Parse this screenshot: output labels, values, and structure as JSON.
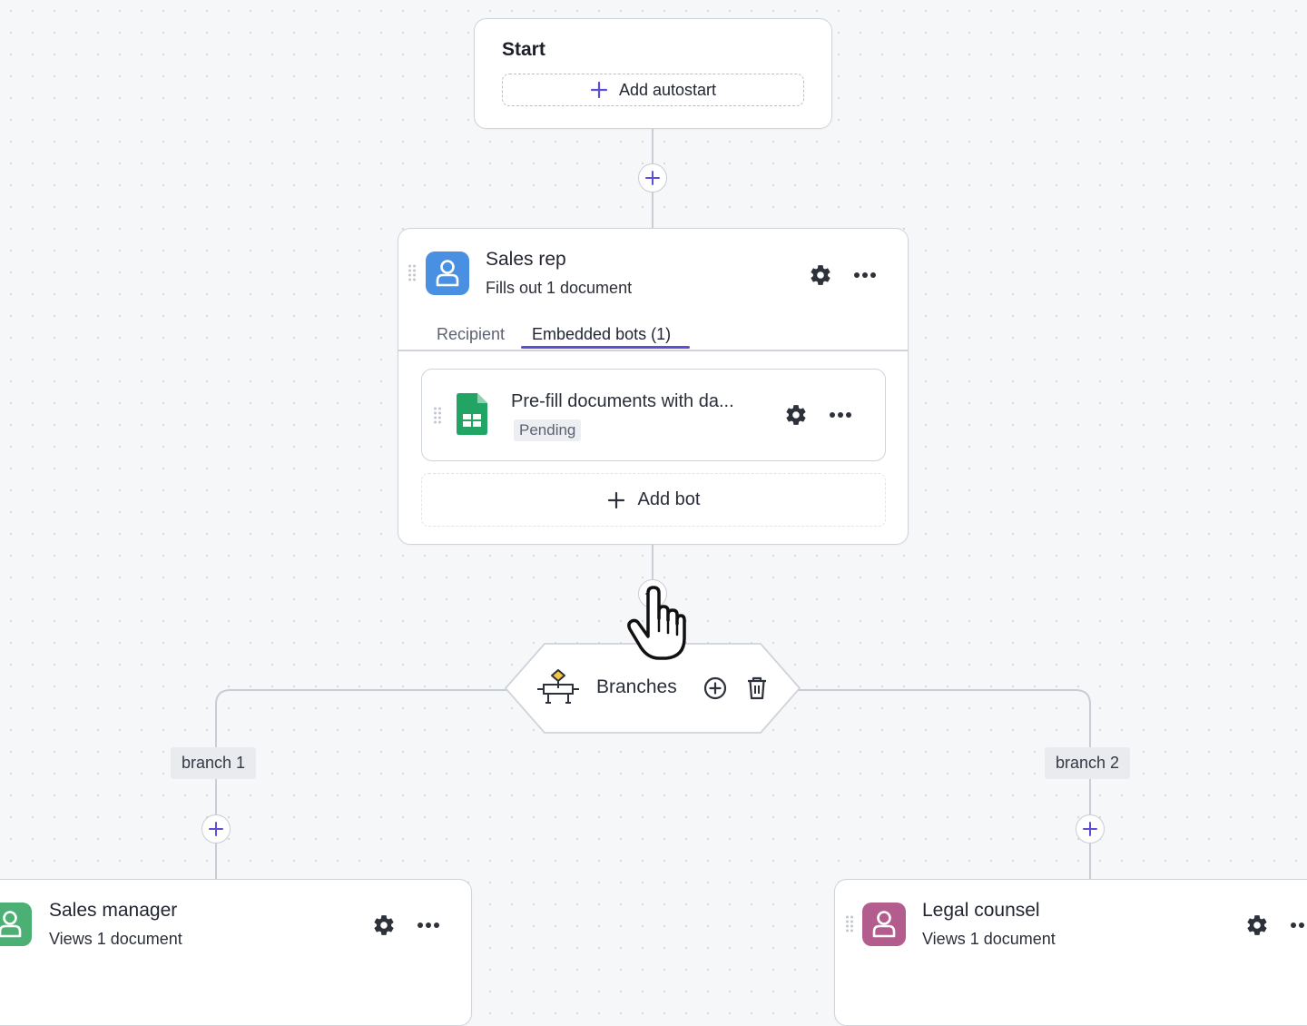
{
  "start": {
    "title": "Start",
    "add_autostart_label": "Add autostart"
  },
  "sales_rep": {
    "name": "Sales rep",
    "subtitle": "Fills out 1 document",
    "tabs": [
      {
        "label": "Recipient",
        "active": false
      },
      {
        "label": "Embedded bots (1)",
        "active": true
      }
    ],
    "bot": {
      "title": "Pre-fill documents with da...",
      "status": "Pending"
    },
    "add_bot_label": "Add bot"
  },
  "branches": {
    "label": "Branches"
  },
  "branch_labels": [
    "branch 1",
    "branch 2"
  ],
  "sales_manager": {
    "name": "Sales manager",
    "subtitle": "Views 1 document"
  },
  "legal_counsel": {
    "name": "Legal counsel",
    "subtitle": "Views 1 document"
  },
  "colors": {
    "accent": "#5b4fd6",
    "sales_rep_avatar": "#4a90e2",
    "sales_manager_avatar": "#4caf73",
    "legal_counsel_avatar": "#b35d8e",
    "sheets_green": "#21a464"
  },
  "icons": {
    "add": "plus-icon",
    "settings": "gear-icon",
    "more": "more-horizontal-icon",
    "person": "person-icon",
    "sheets": "google-sheets-icon",
    "branches": "branches-icon",
    "delete": "trash-icon",
    "cursor": "hand-pointer-icon"
  }
}
